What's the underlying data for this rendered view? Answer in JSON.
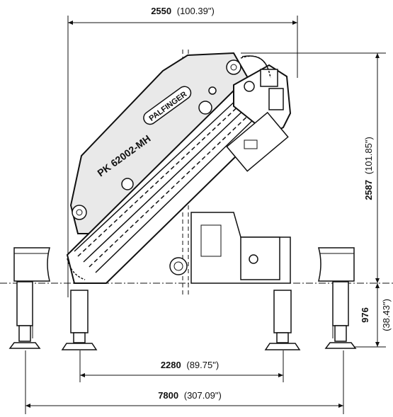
{
  "brand": "PALFINGER",
  "model": "PK 62002-MH",
  "dimensions": {
    "top_width": {
      "value": "2550",
      "imperial": "(100.39\")"
    },
    "height": {
      "value": "2587",
      "imperial": "(101.85\")"
    },
    "base_height": {
      "value": "976",
      "imperial": "(38.43\")"
    },
    "outrigger_inner": {
      "value": "2280",
      "imperial": "(89.75\")"
    },
    "outrigger_outer": {
      "value": "7800",
      "imperial": "(307.09\")"
    }
  },
  "colors": {
    "line": "#111111",
    "background": "#ffffff"
  }
}
